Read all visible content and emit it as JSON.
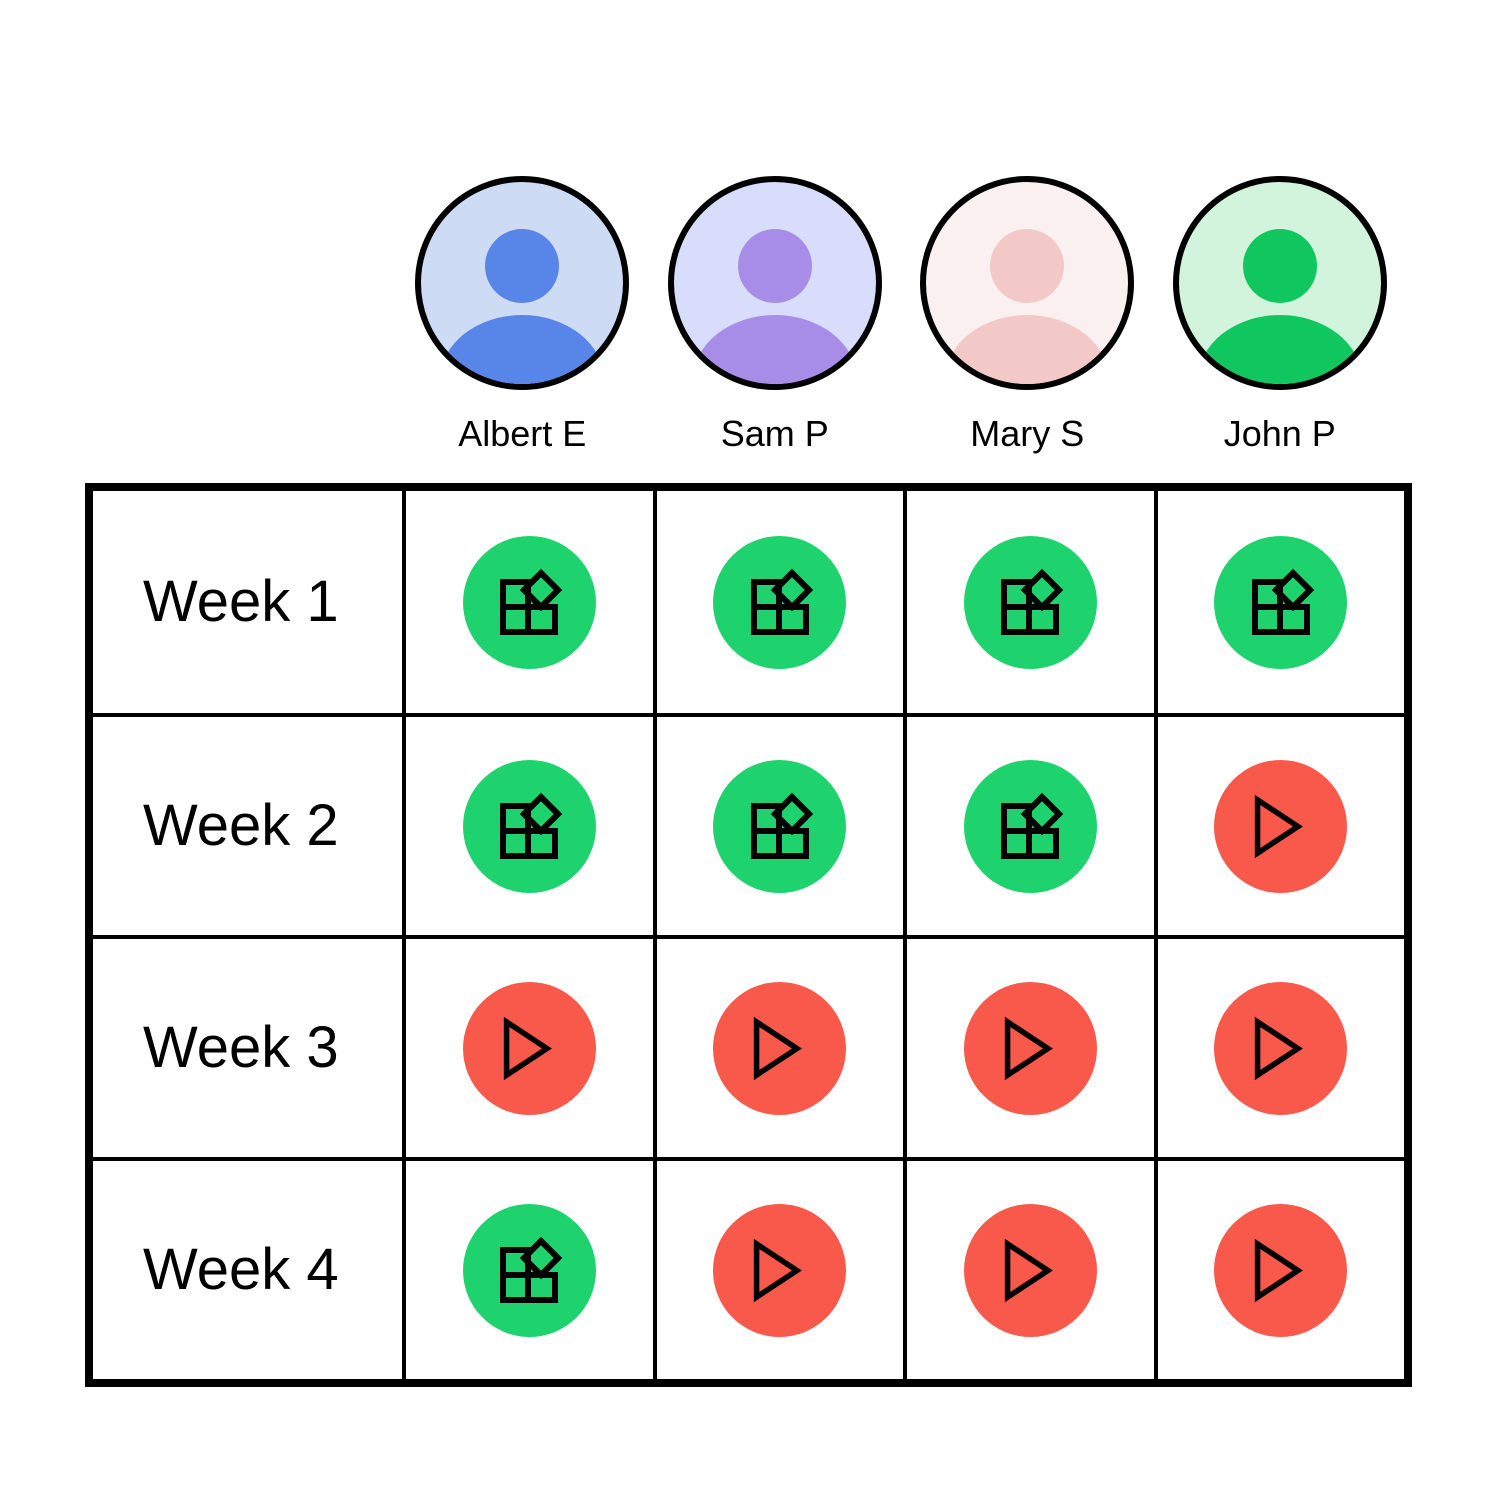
{
  "board": {
    "people": [
      {
        "name": "Albert E",
        "avatar_bg": "#cddbf5",
        "avatar_fg": "#5885e8"
      },
      {
        "name": "Sam P",
        "avatar_bg": "#d7ddfa",
        "avatar_fg": "#a78ce8"
      },
      {
        "name": "Mary S",
        "avatar_bg": "#faf0ef",
        "avatar_fg": "#f2c9c6"
      },
      {
        "name": "John P",
        "avatar_bg": "#d2f4dc",
        "avatar_fg": "#10c75f"
      }
    ],
    "statuses": {
      "green": {
        "icon": "blocks-icon",
        "color": "#1ed36e"
      },
      "red": {
        "icon": "play-icon",
        "color": "#f8594a"
      }
    },
    "weeks": [
      {
        "label": "Week 1",
        "cells": [
          "green",
          "green",
          "green",
          "green"
        ]
      },
      {
        "label": "Week 2",
        "cells": [
          "green",
          "green",
          "green",
          "red"
        ]
      },
      {
        "label": "Week 3",
        "cells": [
          "red",
          "red",
          "red",
          "red"
        ]
      },
      {
        "label": "Week 4",
        "cells": [
          "green",
          "red",
          "red",
          "red"
        ]
      }
    ]
  }
}
